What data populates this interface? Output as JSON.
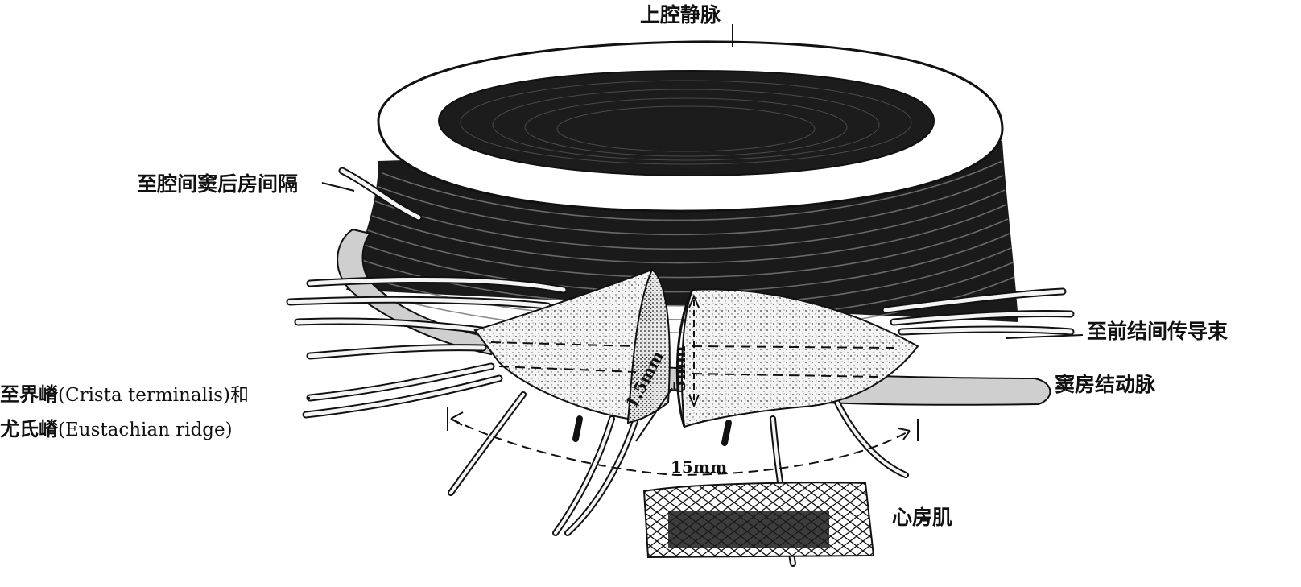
{
  "figure": {
    "labels": {
      "svc": "上腔静脉",
      "to_posterior": "至腔间窦后房间隔",
      "to_anterior": "至前结间传导束",
      "sa_artery": "窦房结动脉",
      "atrial_muscle": "心房肌",
      "crista_cn": "至界嵴",
      "crista_en": "(Crista terminalis)和",
      "eustachian_cn": "尤氏嵴",
      "eustachian_en": "(Eustachian ridge)"
    },
    "dimensions": {
      "width": "15mm",
      "thickness": "1.5mm",
      "height": "5mm"
    }
  }
}
